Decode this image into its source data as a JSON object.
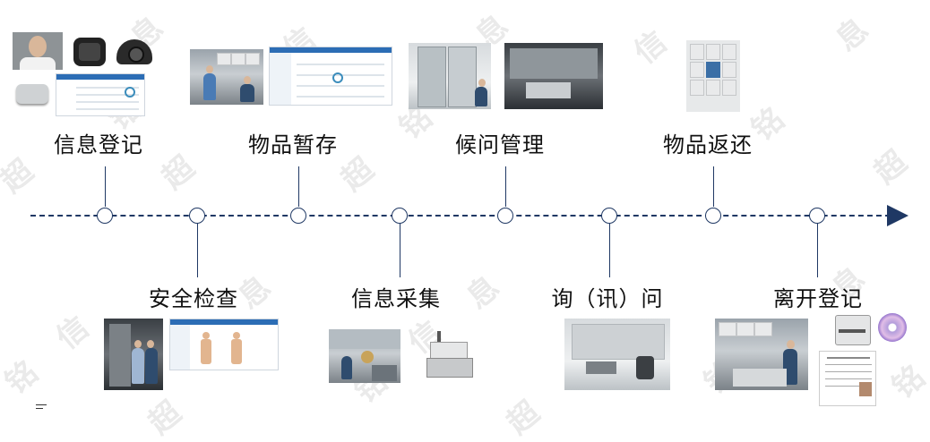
{
  "watermark": {
    "chars": [
      "信",
      "息",
      "超",
      "铭"
    ]
  },
  "timeline": {
    "top_steps": [
      {
        "label": "信息登记"
      },
      {
        "label": "物品暂存"
      },
      {
        "label": "候问管理"
      },
      {
        "label": "物品返还"
      }
    ],
    "bottom_steps": [
      {
        "label": "安全检查"
      },
      {
        "label": "信息采集"
      },
      {
        "label": "询（讯）问"
      },
      {
        "label": "离开登记"
      }
    ]
  },
  "colors": {
    "line": "#1f3864",
    "label": "#111111",
    "watermark": "#d9d9d9"
  }
}
